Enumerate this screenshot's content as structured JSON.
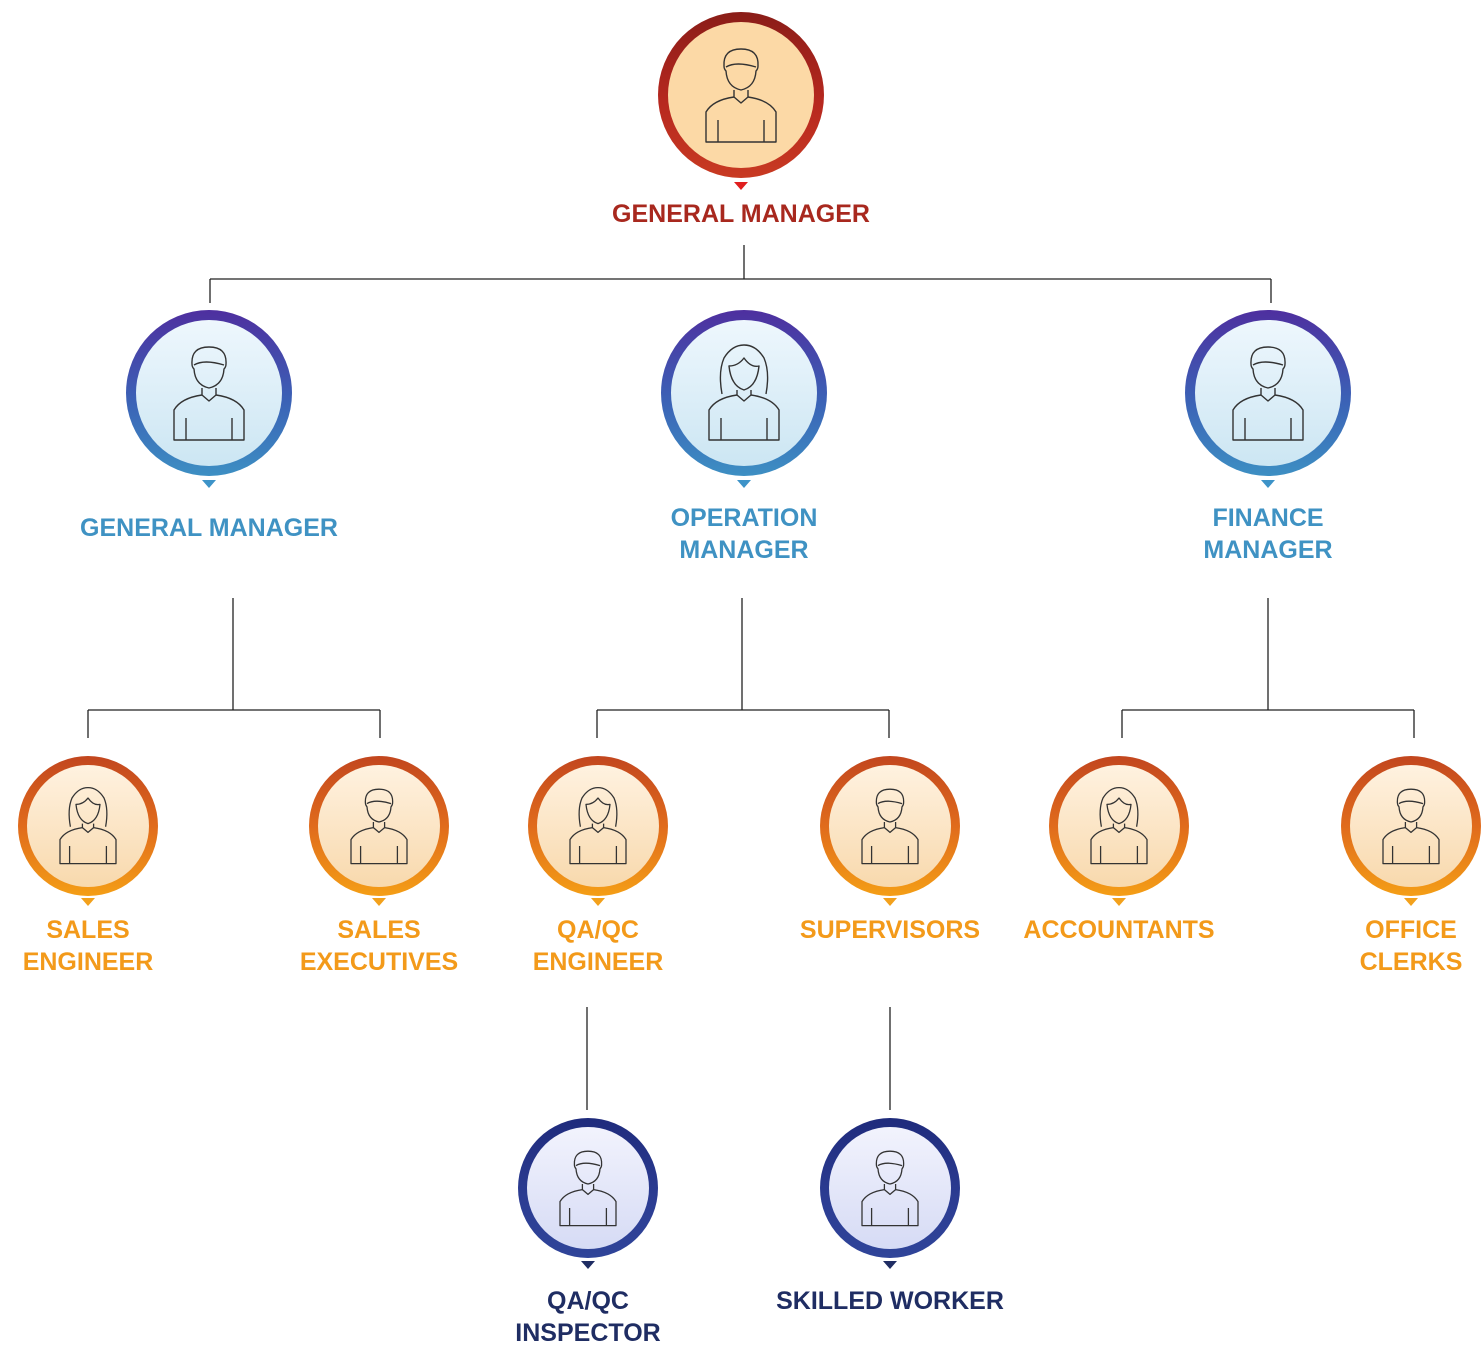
{
  "title": "",
  "colors": {
    "red": "#a8281e",
    "blue": "#3f92c3",
    "orange": "#f39a1a",
    "navy": "#1f2d63",
    "connector": "#222222"
  },
  "nodes": {
    "general_manager_top": {
      "label": "GENERAL MANAGER",
      "icon": "male-person-icon",
      "theme": "red"
    },
    "general_manager_left": {
      "label": "GENERAL MANAGER",
      "icon": "male-person-icon",
      "theme": "blue"
    },
    "operation_manager": {
      "label": "OPERATION\nMANAGER",
      "icon": "female-person-icon",
      "theme": "blue"
    },
    "finance_manager": {
      "label": "FINANCE\nMANAGER",
      "icon": "male-person-icon",
      "theme": "blue"
    },
    "sales_engineer": {
      "label": "SALES\nENGINEER",
      "icon": "female-person-icon",
      "theme": "orange"
    },
    "sales_executives": {
      "label": "SALES\nEXECUTIVES",
      "icon": "male-person-icon",
      "theme": "orange"
    },
    "qa_qc_engineer": {
      "label": "QA/QC\nENGINEER",
      "icon": "female-person-icon",
      "theme": "orange"
    },
    "supervisors": {
      "label": "SUPERVISORS",
      "icon": "male-person-icon",
      "theme": "orange"
    },
    "accountants": {
      "label": "ACCOUNTANTS",
      "icon": "female-person-icon",
      "theme": "orange"
    },
    "office_clerks": {
      "label": "OFFICE\nCLERKS",
      "icon": "male-person-icon",
      "theme": "orange"
    },
    "qa_qc_inspector": {
      "label": "QA/QC\nINSPECTOR",
      "icon": "male-person-icon",
      "theme": "navy"
    },
    "skilled_worker": {
      "label": "SKILLED WORKER",
      "icon": "male-person-icon",
      "theme": "navy"
    }
  }
}
